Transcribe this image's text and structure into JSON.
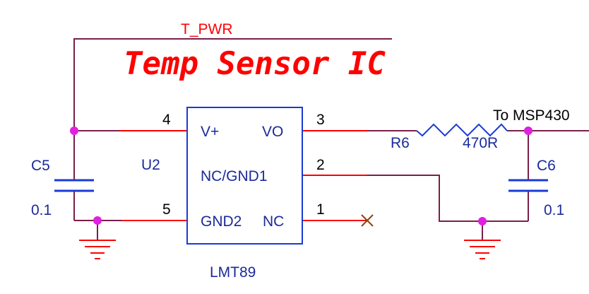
{
  "title": "Temp Sensor IC",
  "nets": {
    "power": "T_PWR",
    "output": "To MSP430"
  },
  "ic": {
    "ref": "U2",
    "part": "LMT89",
    "pins": {
      "vplus": {
        "number": "4",
        "name": "V+"
      },
      "vo": {
        "number": "3",
        "name": "VO"
      },
      "nc_gnd1": {
        "number": "2",
        "name": "NC/GND1"
      },
      "gnd2": {
        "number": "5",
        "name": "GND2"
      },
      "nc": {
        "number": "1",
        "name": "NC"
      }
    }
  },
  "c5": {
    "ref": "C5",
    "value": "0.1"
  },
  "c6": {
    "ref": "C6",
    "value": "0.1"
  },
  "r6": {
    "ref": "R6",
    "value": "470R"
  },
  "colors": {
    "wire": "#7a1f4a",
    "pin": "#ff0000",
    "component": "#1a3ad8",
    "junction": "#e020e0",
    "title": "#ff0000",
    "label": "#1a2a9a",
    "noconnect": "#8b4513"
  }
}
